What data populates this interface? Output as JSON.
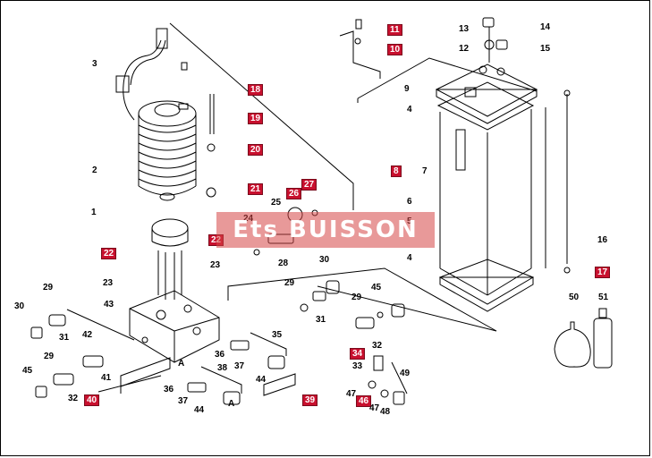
{
  "watermark": "Ets BUISSON",
  "colors": {
    "callout_red": "#c8102e",
    "line": "#000000",
    "watermark": "#d64646"
  },
  "callouts": [
    {
      "id": "c1",
      "text": "1",
      "red": false
    },
    {
      "id": "c2",
      "text": "2",
      "red": false
    },
    {
      "id": "c3",
      "text": "3",
      "red": false
    },
    {
      "id": "c4a",
      "text": "4",
      "red": false
    },
    {
      "id": "c4b",
      "text": "4",
      "red": false
    },
    {
      "id": "c5",
      "text": "5",
      "red": false
    },
    {
      "id": "c6",
      "text": "6",
      "red": false
    },
    {
      "id": "c7",
      "text": "7",
      "red": false
    },
    {
      "id": "c8",
      "text": "8",
      "red": true
    },
    {
      "id": "c9",
      "text": "9",
      "red": false
    },
    {
      "id": "c10",
      "text": "10",
      "red": true
    },
    {
      "id": "c11",
      "text": "11",
      "red": true
    },
    {
      "id": "c12",
      "text": "12",
      "red": false
    },
    {
      "id": "c13",
      "text": "13",
      "red": false
    },
    {
      "id": "c14",
      "text": "14",
      "red": false
    },
    {
      "id": "c15",
      "text": "15",
      "red": false
    },
    {
      "id": "c16",
      "text": "16",
      "red": false
    },
    {
      "id": "c17",
      "text": "17",
      "red": true
    },
    {
      "id": "c18",
      "text": "18",
      "red": true
    },
    {
      "id": "c19",
      "text": "19",
      "red": true
    },
    {
      "id": "c20",
      "text": "20",
      "red": true
    },
    {
      "id": "c21",
      "text": "21",
      "red": true
    },
    {
      "id": "c22a",
      "text": "22",
      "red": true
    },
    {
      "id": "c22b",
      "text": "22",
      "red": true
    },
    {
      "id": "c23a",
      "text": "23",
      "red": false
    },
    {
      "id": "c23b",
      "text": "23",
      "red": false
    },
    {
      "id": "c24",
      "text": "24",
      "red": false
    },
    {
      "id": "c25",
      "text": "25",
      "red": false
    },
    {
      "id": "c26",
      "text": "26",
      "red": true
    },
    {
      "id": "c27",
      "text": "27",
      "red": true
    },
    {
      "id": "c28",
      "text": "28",
      "red": false
    },
    {
      "id": "c29a",
      "text": "29",
      "red": false
    },
    {
      "id": "c29b",
      "text": "29",
      "red": false
    },
    {
      "id": "c29c",
      "text": "29",
      "red": false
    },
    {
      "id": "c29d",
      "text": "29",
      "red": false
    },
    {
      "id": "c30a",
      "text": "30",
      "red": false
    },
    {
      "id": "c30b",
      "text": "30",
      "red": false
    },
    {
      "id": "c31a",
      "text": "31",
      "red": false
    },
    {
      "id": "c31b",
      "text": "31",
      "red": false
    },
    {
      "id": "c32a",
      "text": "32",
      "red": false
    },
    {
      "id": "c32b",
      "text": "32",
      "red": false
    },
    {
      "id": "c33",
      "text": "33",
      "red": false
    },
    {
      "id": "c34",
      "text": "34",
      "red": true
    },
    {
      "id": "c35",
      "text": "35",
      "red": false
    },
    {
      "id": "c36a",
      "text": "36",
      "red": false
    },
    {
      "id": "c36b",
      "text": "36",
      "red": false
    },
    {
      "id": "c37a",
      "text": "37",
      "red": false
    },
    {
      "id": "c37b",
      "text": "37",
      "red": false
    },
    {
      "id": "c38",
      "text": "38",
      "red": false
    },
    {
      "id": "c39",
      "text": "39",
      "red": true
    },
    {
      "id": "c40",
      "text": "40",
      "red": true
    },
    {
      "id": "c41",
      "text": "41",
      "red": false
    },
    {
      "id": "c42",
      "text": "42",
      "red": false
    },
    {
      "id": "c43",
      "text": "43",
      "red": false
    },
    {
      "id": "c44a",
      "text": "44",
      "red": false
    },
    {
      "id": "c44b",
      "text": "44",
      "red": false
    },
    {
      "id": "c45a",
      "text": "45",
      "red": false
    },
    {
      "id": "c45b",
      "text": "45",
      "red": false
    },
    {
      "id": "c46",
      "text": "46",
      "red": true
    },
    {
      "id": "c47a",
      "text": "47",
      "red": false
    },
    {
      "id": "c47b",
      "text": "47",
      "red": false
    },
    {
      "id": "c48",
      "text": "48",
      "red": false
    },
    {
      "id": "c49",
      "text": "49",
      "red": false
    },
    {
      "id": "c50",
      "text": "50",
      "red": false
    },
    {
      "id": "c51",
      "text": "51",
      "red": false
    },
    {
      "id": "cAa",
      "text": "A",
      "red": false
    },
    {
      "id": "cAb",
      "text": "A",
      "red": false
    }
  ]
}
